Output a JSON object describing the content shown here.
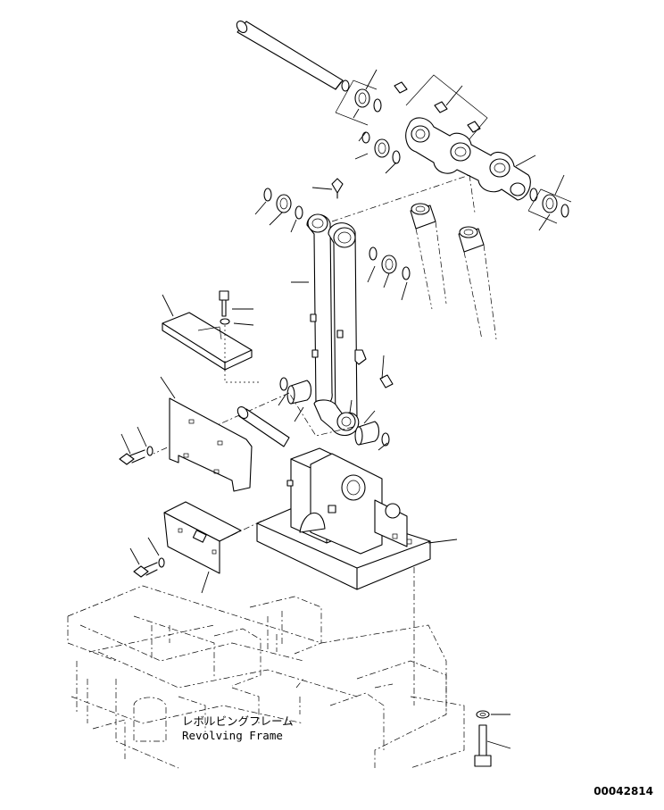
{
  "labels": {
    "frame_name_jp": "レボルビングフレーム",
    "frame_name_en": "Revolving Frame",
    "drawing_number": "00042814"
  }
}
